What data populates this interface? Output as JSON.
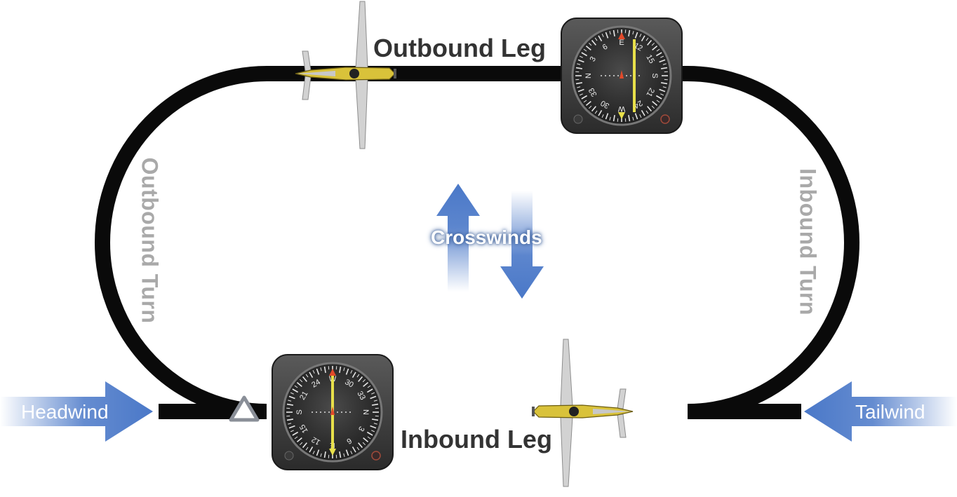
{
  "labels": {
    "outbound_leg": "Outbound Leg",
    "inbound_leg": "Inbound Leg",
    "outbound_turn": "Outbound Turn",
    "inbound_turn": "Inbound Turn",
    "crosswinds": "Crosswinds",
    "headwind": "Headwind",
    "tailwind": "Tailwind"
  },
  "instruments": {
    "top": {
      "ticks": [
        "N",
        "3",
        "6",
        "E",
        "12",
        "15",
        "S",
        "21",
        "24",
        "W",
        "30",
        "33"
      ],
      "heading_deg": 90
    },
    "bottom": {
      "ticks": [
        "N",
        "3",
        "6",
        "E",
        "12",
        "15",
        "S",
        "21",
        "24",
        "W",
        "30",
        "33"
      ],
      "heading_deg": 270
    }
  },
  "colors": {
    "track": "#0a0a0a",
    "wind_arrow": "#4a78c8",
    "turn_text": "#a9a9a9",
    "leg_text": "#333333",
    "needle": "#e8e04a",
    "aircraft_body": "#d9c23a",
    "fix_triangle": "#8a8f98"
  }
}
